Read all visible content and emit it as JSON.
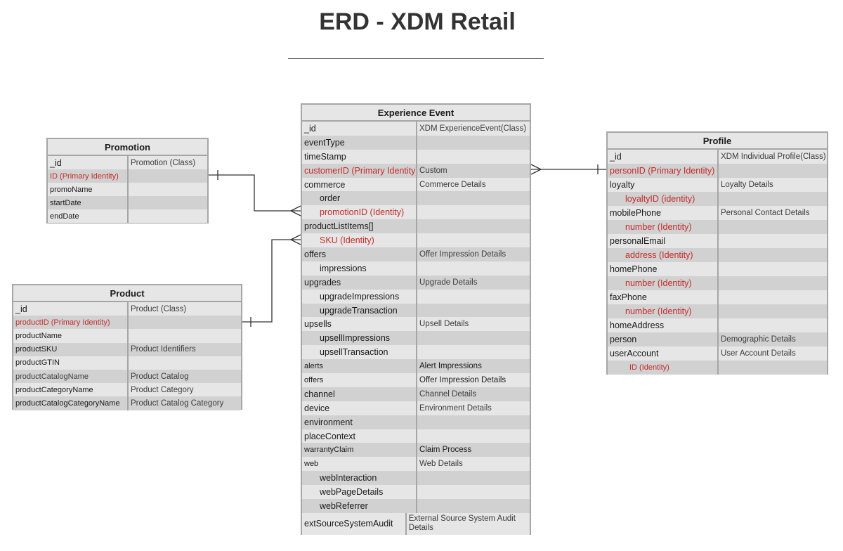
{
  "title": "ERD - XDM Retail",
  "promotion": {
    "header": "Promotion",
    "rows": [
      {
        "name": "_id",
        "type": "Promotion (Class)"
      },
      {
        "name": "ID (Primary Identity)",
        "type": ""
      },
      {
        "name": "promoName",
        "type": ""
      },
      {
        "name": "startDate",
        "type": ""
      },
      {
        "name": "endDate",
        "type": ""
      }
    ]
  },
  "product": {
    "header": "Product",
    "rows": [
      {
        "name": "_id",
        "type": "Product (Class)"
      },
      {
        "name": "productID (Primary Identity)",
        "type": ""
      },
      {
        "name": "productName",
        "type": ""
      },
      {
        "name": "productSKU",
        "type": "Product Identifiers"
      },
      {
        "name": "productGTIN",
        "type": ""
      },
      {
        "name": "productCatalogName",
        "type": "Product Catalog"
      },
      {
        "name": "productCategoryName",
        "type": "Product Category"
      },
      {
        "name": "productCatalogCategoryName",
        "type": "Product Catalog Category"
      }
    ]
  },
  "experience_event": {
    "header": "Experience Event",
    "rows": [
      {
        "name": "_id",
        "type": "XDM ExperienceEvent(Class)"
      },
      {
        "name": "eventType",
        "type": ""
      },
      {
        "name": "timeStamp",
        "type": ""
      },
      {
        "name": "customerID (Primary Identity)",
        "type": "Custom"
      },
      {
        "name": "commerce",
        "type": "Commerce Details"
      },
      {
        "name": "order",
        "type": ""
      },
      {
        "name": "promotionID (Identity)",
        "type": ""
      },
      {
        "name": "productListItems[]",
        "type": ""
      },
      {
        "name": "SKU (Identity)",
        "type": ""
      },
      {
        "name": "offers",
        "type": "Offer Impression Details"
      },
      {
        "name": "impressions",
        "type": ""
      },
      {
        "name": "upgrades",
        "type": "Upgrade Details"
      },
      {
        "name": "upgradeImpressions",
        "type": ""
      },
      {
        "name": "upgradeTransaction",
        "type": ""
      },
      {
        "name": "upsells",
        "type": "Upsell Details"
      },
      {
        "name": "upsellImpressions",
        "type": ""
      },
      {
        "name": "upsellTransaction",
        "type": ""
      },
      {
        "name": "alerts",
        "type": "Alert Impressions"
      },
      {
        "name": "offers",
        "type": "Offer Impression Details"
      },
      {
        "name": "channel",
        "type": "Channel Details"
      },
      {
        "name": "device",
        "type": "Environment Details"
      },
      {
        "name": "environment",
        "type": ""
      },
      {
        "name": "placeContext",
        "type": ""
      },
      {
        "name": "warrantyClaim",
        "type": "Claim Process"
      },
      {
        "name": "web",
        "type": "Web Details"
      },
      {
        "name": "webInteraction",
        "type": ""
      },
      {
        "name": "webPageDetails",
        "type": ""
      },
      {
        "name": "webReferrer",
        "type": ""
      },
      {
        "name": "extSourceSystemAudit",
        "type": "External Source System Audit Details"
      }
    ]
  },
  "profile": {
    "header": "Profile",
    "rows": [
      {
        "name": "_id",
        "type": "XDM Individual Profile(Class)"
      },
      {
        "name": "personID (Primary Identity)",
        "type": ""
      },
      {
        "name": "loyalty",
        "type": "Loyalty Details"
      },
      {
        "name": "loyaltyID (identity)",
        "type": ""
      },
      {
        "name": "mobilePhone",
        "type": "Personal Contact Details"
      },
      {
        "name": "number (Identity)",
        "type": ""
      },
      {
        "name": "personalEmail",
        "type": ""
      },
      {
        "name": "address (Identity)",
        "type": ""
      },
      {
        "name": "homePhone",
        "type": ""
      },
      {
        "name": "number (Identity)",
        "type": ""
      },
      {
        "name": "faxPhone",
        "type": ""
      },
      {
        "name": "number (Identity)",
        "type": ""
      },
      {
        "name": "homeAddress",
        "type": ""
      },
      {
        "name": "person",
        "type": "Demographic Details"
      },
      {
        "name": "userAccount",
        "type": "User Account Details"
      },
      {
        "name": "ID (Identity)",
        "type": ""
      }
    ]
  },
  "colors": {
    "identity_red": "#c42b2b",
    "row_light": "#e6e6e6",
    "row_dark": "#d1d1d1",
    "border": "#a6a6a6"
  }
}
